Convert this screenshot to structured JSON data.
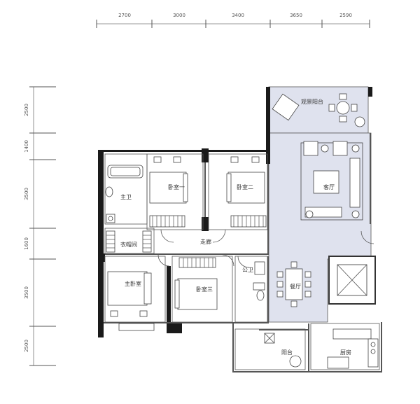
{
  "top_dimensions": [
    "2700",
    "3000",
    "3400",
    "3650",
    "2590"
  ],
  "left_dimensions": [
    "2500",
    "1400",
    "3500",
    "1600",
    "3500",
    "2500"
  ],
  "rooms": {
    "viewing_balcony": "观景阳台",
    "living_room": "客厅",
    "dining_room": "餐厅",
    "bedroom_one": "卧室一",
    "bedroom_two": "卧室二",
    "bedroom_three": "卧室三",
    "master_bedroom": "主卧室",
    "master_bathroom": "主卫",
    "walk_in_closet": "衣帽间",
    "corridor": "走廊",
    "public_bathroom": "公卫",
    "balcony": "阳台",
    "kitchen": "厨房"
  },
  "colors": {
    "public_zone_fill": "#dfe2ee",
    "wall": "#1a1a1a",
    "line": "#555555"
  }
}
